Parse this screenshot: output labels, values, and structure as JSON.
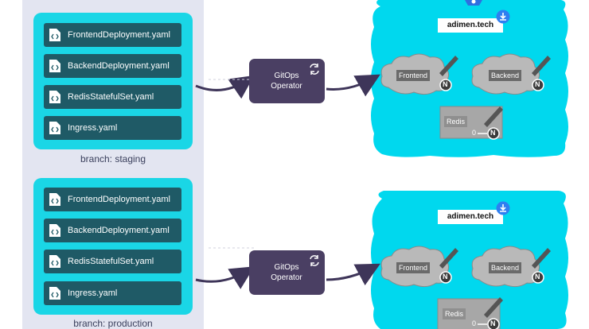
{
  "staging": {
    "files": [
      "FrontendDeployment.yaml",
      "BackendDeployment.yaml",
      "RedisStatefulSet.yaml",
      "Ingress.yaml"
    ],
    "branch_label": "branch: staging",
    "operator_label": "GitOps\nOperator",
    "cluster": {
      "domain": "adimen.tech",
      "services": [
        "Frontend",
        "Backend",
        "Redis"
      ],
      "node_badge": "N",
      "replica_text": "0"
    }
  },
  "production": {
    "files": [
      "FrontendDeployment.yaml",
      "BackendDeployment.yaml",
      "RedisStatefulSet.yaml",
      "Ingress.yaml"
    ],
    "branch_label": "branch: production",
    "operator_label": "GitOps\nOperator",
    "cluster": {
      "domain": "adimen.tech",
      "services": [
        "Frontend",
        "Backend",
        "Redis"
      ],
      "node_badge": "N",
      "replica_text": "0"
    }
  },
  "colors": {
    "branch_fill": "#1ad6e6",
    "file_fill": "#1f5a66",
    "operator_fill": "#4a3f63",
    "cluster_fill": "#00d8ee",
    "cloud_fill": "#b9b9b9",
    "accent_blue": "#2f7ff0"
  },
  "icons": [
    "file-code-icon",
    "sync-icon",
    "download-icon",
    "cloud-icon",
    "brush-icon",
    "node-badge-icon",
    "kubernetes-icon"
  ]
}
